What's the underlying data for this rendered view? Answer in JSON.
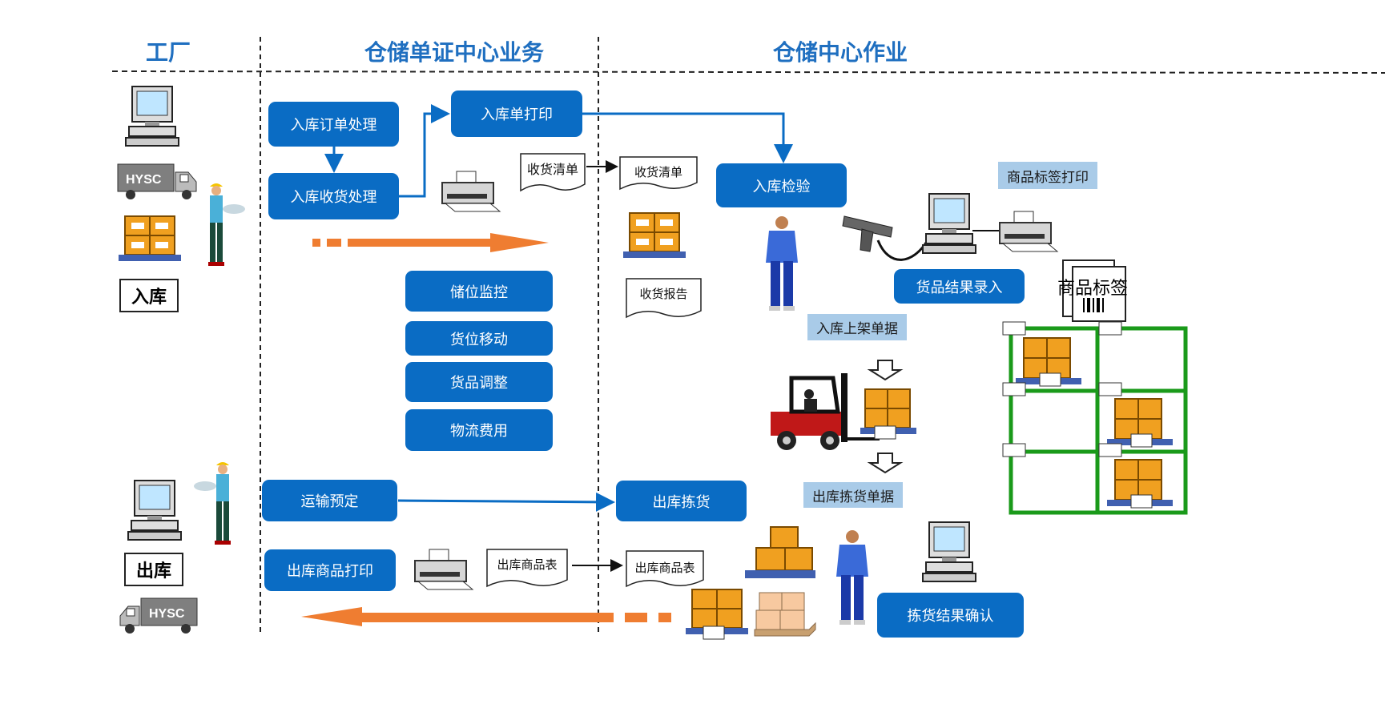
{
  "headers": {
    "factory": "工厂",
    "center": "仓储单证中心业务",
    "ops": "仓储中心作业"
  },
  "factory": {
    "inbound_label": "入库",
    "outbound_label": "出库",
    "truck_text": "HYSC"
  },
  "center": {
    "order_processing": "入库订单处理",
    "receiving_processing": "入库收货处理",
    "inbound_print": "入库单打印",
    "storage_monitor": "储位监控",
    "location_move": "货位移动",
    "goods_adjust": "货品调整",
    "logistics_cost": "物流费用",
    "transport_booking": "运输预定",
    "outbound_goods_print": "出库商品打印"
  },
  "ops": {
    "inbound_inspection": "入库检验",
    "label_print": "商品标签打印",
    "result_entry": "货品结果录入",
    "putaway_doc": "入库上架单据",
    "picking_doc": "出库拣货单据",
    "outbound_picking": "出库拣货",
    "picking_confirm": "拣货结果确认",
    "product_label": "商品标签"
  },
  "docs": {
    "receiving_list_1": "收货清单",
    "receiving_list_2": "收货清单",
    "receiving_report": "收货报告",
    "outbound_list_1": "出库商品表",
    "outbound_list_2": "出库商品表"
  },
  "colors": {
    "box": "#0a6cc4",
    "label_bg": "#a9cbe8",
    "header": "#1f6fc0",
    "arrow_orange": "#ef7d31",
    "rack_green": "#1a9a1a"
  }
}
